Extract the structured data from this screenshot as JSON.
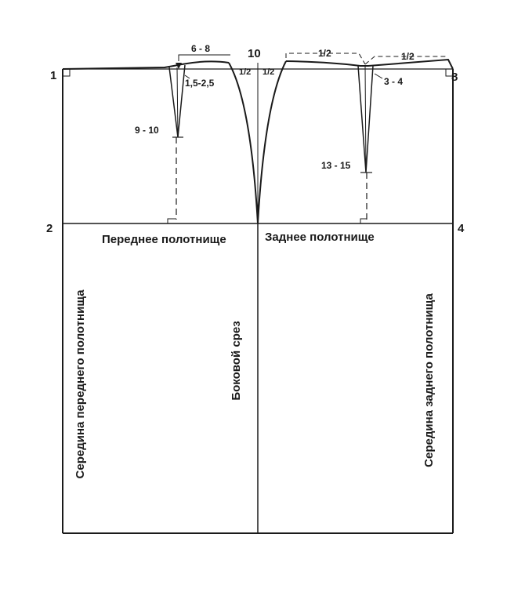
{
  "points": {
    "p1": "1",
    "p2": "2",
    "p4": "4",
    "p8": "8",
    "p10": "10"
  },
  "measurements": {
    "front_dart_width": "6 - 8",
    "front_dart_rise": "1,5-2,5",
    "front_dart_length": "9 - 10",
    "side_half_left": "1/2",
    "side_half_right": "1/2",
    "back_half_left": "1/2",
    "back_half_right": "1/2",
    "back_dart_rise": "3 - 4",
    "back_dart_length": "13 - 15"
  },
  "labels": {
    "front_panel": "Переднее полотнище",
    "back_panel": "Заднее полотнище",
    "side_seam": "Боковой срез",
    "front_center": "Середина переднего полотнища",
    "back_center": "Середина заднего полотнища"
  },
  "colors": {
    "ink": "#1a1a1a",
    "paper": "#ffffff"
  }
}
